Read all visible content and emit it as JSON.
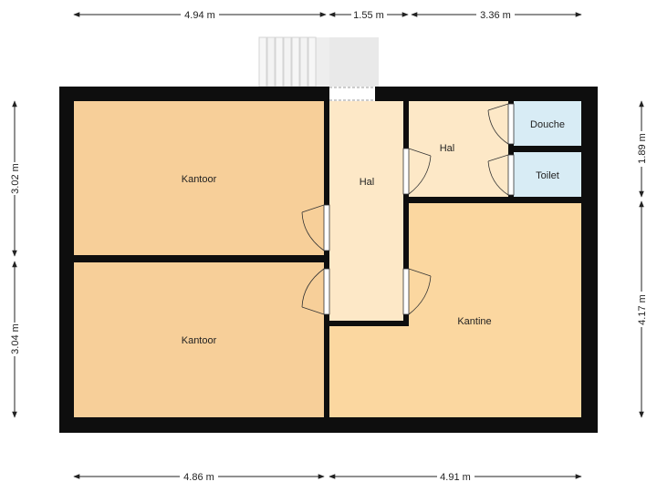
{
  "colors": {
    "wall": "#0e0e0e",
    "office": "#f7cf99",
    "hall": "#fde8c7",
    "canteen": "#fbd7a0",
    "wet_room": "#d8ecf5",
    "stairs": "#e9e9e9",
    "dimension_line": "#222222"
  },
  "rooms": {
    "office_top": "Kantoor",
    "office_bottom": "Kantoor",
    "hall_center": "Hal",
    "hall_right": "Hal",
    "canteen": "Kantine",
    "shower": "Douche",
    "toilet": "Toilet"
  },
  "dimensions": {
    "top_left": "4.94 m",
    "top_middle": "1.55 m",
    "top_right": "3.36 m",
    "bottom_left": "4.86 m",
    "bottom_right": "4.91 m",
    "left_top": "3.02 m",
    "left_bottom": "3.04 m",
    "right_top": "1.89 m",
    "right_bottom": "4.17 m"
  }
}
